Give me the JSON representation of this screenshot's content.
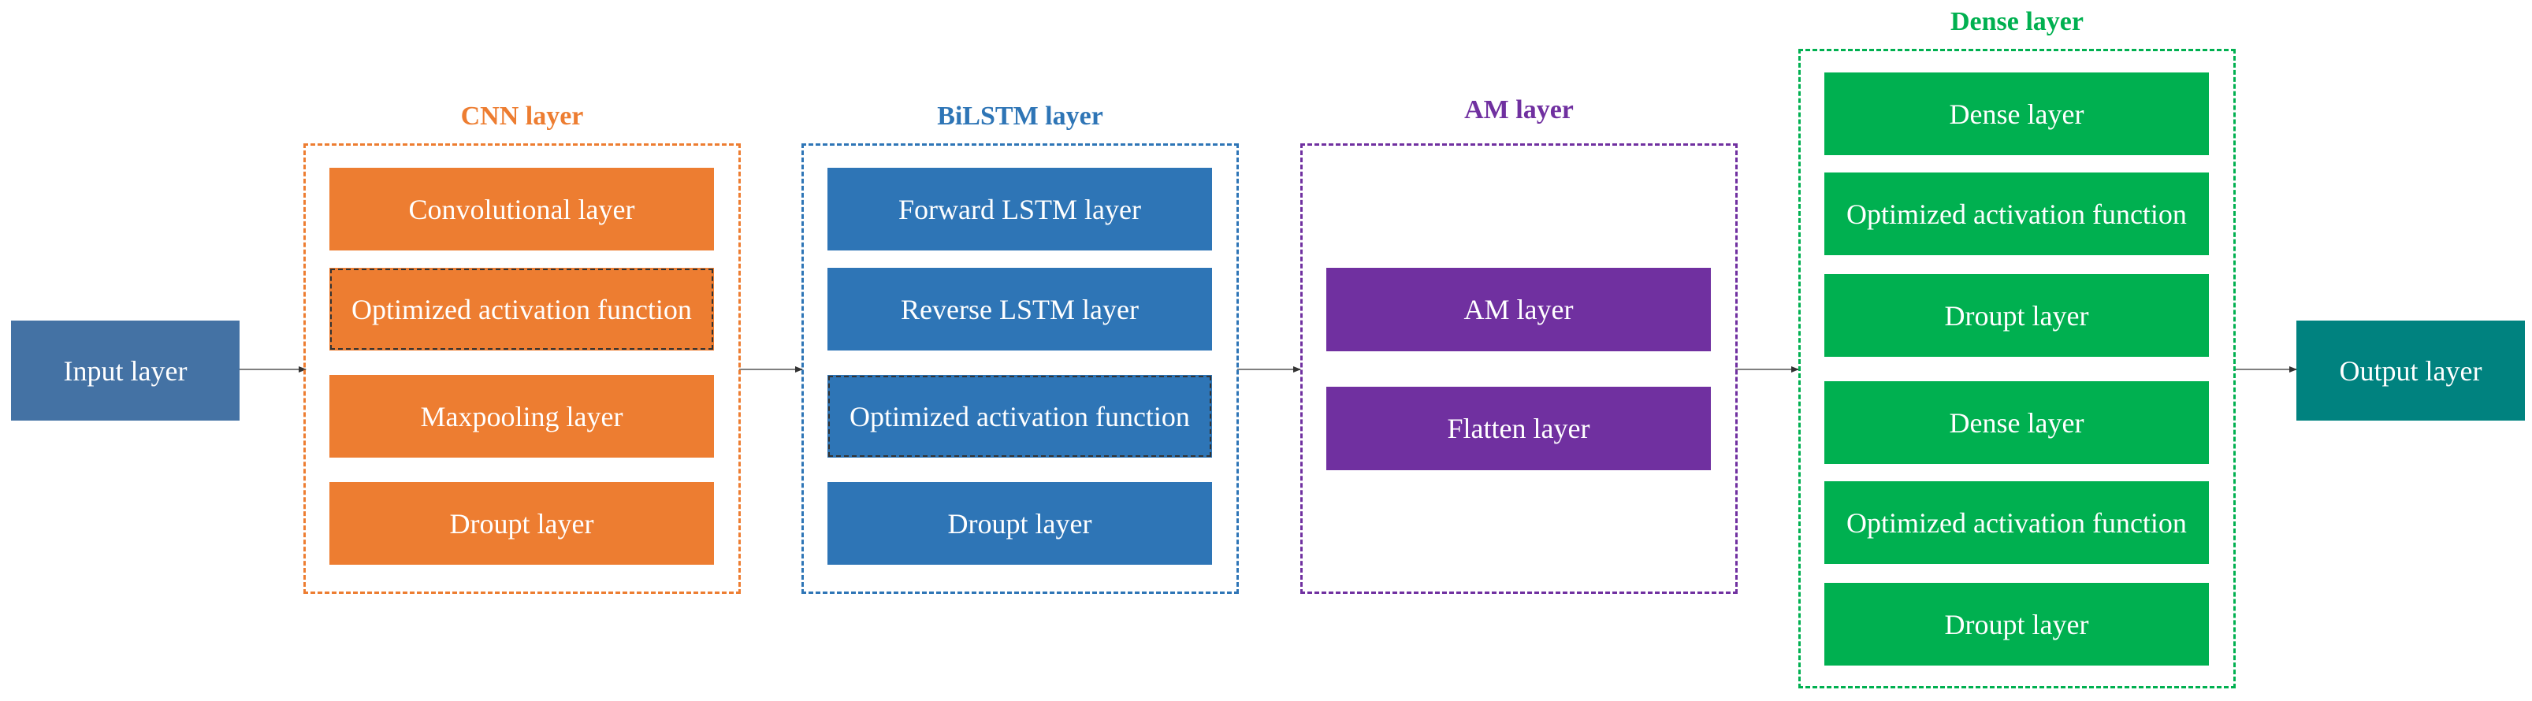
{
  "colors": {
    "input": "#4472a4",
    "cnn": "#ed7d31",
    "bilstm": "#2e75b6",
    "am": "#7030a0",
    "dense": "#00b050",
    "output": "#00827f",
    "arrow": "#595959"
  },
  "input_block": {
    "label": "Input layer"
  },
  "output_block": {
    "label": "Output layer"
  },
  "cnn_group": {
    "title": "CNN layer",
    "items": [
      "Convolutional layer",
      "Optimized activation function",
      "Maxpooling layer",
      "Droupt layer"
    ]
  },
  "bilstm_group": {
    "title": "BiLSTM layer",
    "items": [
      "Forward LSTM layer",
      "Reverse LSTM layer",
      "Optimized activation function",
      "Droupt layer"
    ]
  },
  "am_group": {
    "title": "AM layer",
    "items": [
      "AM layer",
      "Flatten layer"
    ]
  },
  "dense_group": {
    "title": "Dense layer",
    "items": [
      "Dense layer",
      "Optimized activation function",
      "Droupt layer",
      "Dense layer",
      "Optimized activation function",
      "Droupt layer"
    ]
  }
}
